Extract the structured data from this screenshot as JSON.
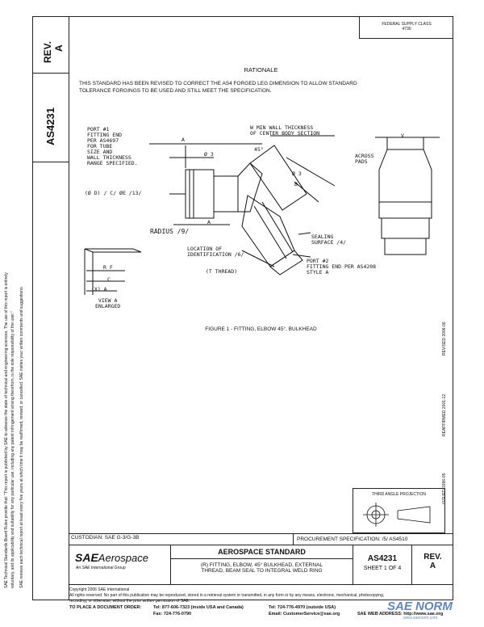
{
  "header": {
    "rev_label": "REV.",
    "rev_value": "A",
    "doc_number": "AS4231",
    "federal_class": "FEDERAL SUPPLY CLASS",
    "federal_code": "4730"
  },
  "rationale": {
    "title": "RATIONALE",
    "text_line1": "THIS STANDARD HAS BEEN REVISED TO CORRECT THE AS4 FORGED LEG DIMENSION TO ALLOW STANDARD",
    "text_line2": "TOLERANCE FORGINGS TO BE USED AND STILL MEET THE SPECIFICATION."
  },
  "figure": {
    "caption": "FIGURE 1 - FITTING, ELBOW 45°, BULKHEAD",
    "labels": {
      "port1": "PORT #1\nFITTING END\nPER AS4697\nFOR TUBE\nSIZE AND\nWALL THICKNESS\nRANGE SPECIFIED.",
      "wall": "W MIN WALL THICKNESS\nOF CENTER BODY SECTION",
      "a_top": "A",
      "deg45": "45°",
      "d3a": "Ø 3",
      "d3b": "Ø 3",
      "b": "B",
      "dims": "(Ø D) / C/ ØE /13/",
      "a_mid": "A",
      "radius": "RADIUS /9/",
      "sealing": "SEALING\nSURFACE /4/",
      "location": "LOCATION OF\nIDENTIFICATION /6/",
      "thread": "(T THREAD)",
      "port2": "PORT #2\nFITTING END PER AS4208\nSTYLE A",
      "across": "ACROSS\nPADS",
      "v": "V",
      "rf": "R F",
      "c": "C",
      "xa": "(X) A",
      "view": "VIEW A\nENLARGED"
    }
  },
  "side_notes": {
    "revised": "REVISED 2006-06",
    "reaffirmed": "REAFFIRMED 2001-12",
    "issued": "ISSUED 1996-05",
    "sae_line1": "SAE Technical Standards Board Rules provide that: \"This report is published by SAE to advance the state of technical and engineering sciences. The use of this report is entirely",
    "sae_line2": "voluntary, and its applicability and suitability for any particular use, including any patent infringement arising therefrom, is the sole responsibility of the user.\"",
    "sae_line3": "SAE reviews each technical report at least every five years at which time it may be reaffirmed, revised, or cancelled. SAE invites your written comments and suggestions."
  },
  "title_block": {
    "third_angle": "THIRD ANGLE PROJECTION",
    "custodian": "CUSTODIAN: SAE G-3/G-3B",
    "procurement": "PROCUREMENT SPECIFICATION: /5/ AS4510",
    "logo_sae": "SAE",
    "logo_aero": "Aerospace",
    "logo_sub": "An SAE International Group",
    "aero_std": "AEROSPACE STANDARD",
    "desc_line1": "(R) FITTING, ELBOW, 45° BULKHEAD, EXTERNAL",
    "desc_line2": "THREAD, BEAM SEAL TO INTEGRAL WELD RING",
    "doc_number": "AS4231",
    "sheet": "SHEET 1 OF 4",
    "rev_label": "REV.",
    "rev_value": "A"
  },
  "footer": {
    "copyright": "Copyright 2006 SAE International",
    "rights1": "All rights reserved. No part of this publication may be reproduced, stored in a retrieval system or transmitted, in any form or by any means, electronic, mechanical, photocopying,",
    "rights2": "recording, or otherwise, without the prior written permission of SAE.",
    "order_label": "TO PLACE A DOCUMENT ORDER:",
    "tel1": "Tel: 877-606-7323 (inside USA and Canada)",
    "tel2": "Tel: 724-776-4970 (outside USA)",
    "fax": "Fax: 724-776-0790",
    "email": "Email: CustomerService@sae.org",
    "web": "SAE WEB ADDRESS: http://www.sae.org",
    "watermark": "SAE NORM",
    "watermark_url": "www.saenorm.com"
  }
}
